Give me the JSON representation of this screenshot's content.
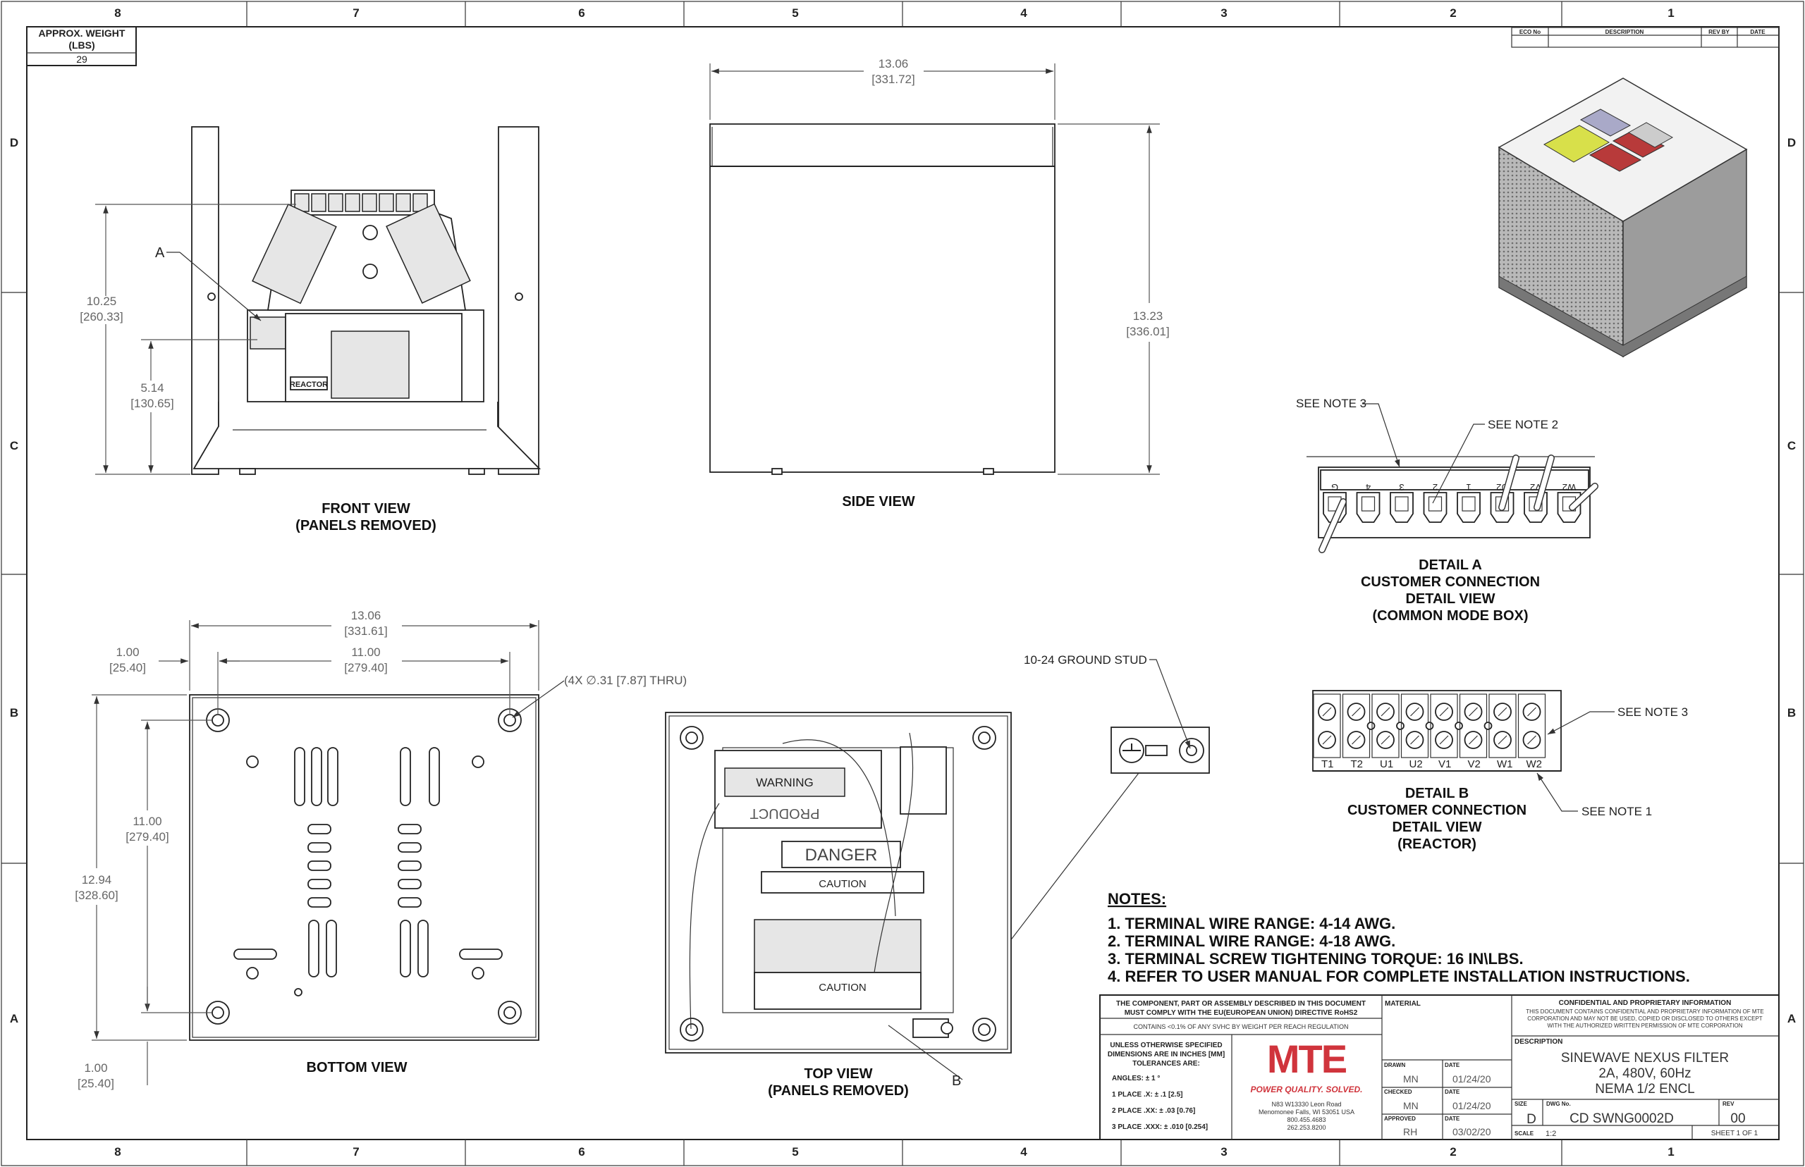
{
  "zones": {
    "columns": [
      "8",
      "7",
      "6",
      "5",
      "4",
      "3",
      "2",
      "1"
    ],
    "rows": [
      "D",
      "C",
      "B",
      "A"
    ]
  },
  "weight_box": {
    "label": "APPROX. WEIGHT",
    "unit": "(LBS)",
    "value": "29"
  },
  "revision_table": {
    "headers": [
      "ECO No",
      "DESCRIPTION",
      "REV BY",
      "DATE"
    ]
  },
  "front_view": {
    "title": "FRONT VIEW",
    "subtitle": "(PANELS REMOVED)",
    "callout": "A",
    "reactor_label": "REACTOR",
    "dim_height": {
      "in": "10.25",
      "mm": "[260.33]"
    },
    "dim_mid": {
      "in": "5.14",
      "mm": "[130.65]"
    }
  },
  "side_view": {
    "title": "SIDE VIEW",
    "dim_width": {
      "in": "13.06",
      "mm": "[331.72]"
    },
    "dim_height": {
      "in": "13.23",
      "mm": "[336.01]"
    }
  },
  "detail_a": {
    "line1": "DETAIL A",
    "line2": "CUSTOMER CONNECTION",
    "line3": "DETAIL VIEW",
    "line4": "(COMMON MODE BOX)",
    "note3": "SEE NOTE 3",
    "note2": "SEE NOTE 2",
    "terminals": [
      "G",
      "4",
      "3",
      "2",
      "1",
      "U2",
      "V2",
      "W2"
    ]
  },
  "detail_b": {
    "line1": "DETAIL B",
    "line2": "CUSTOMER CONNECTION",
    "line3": "DETAIL VIEW",
    "line4": "(REACTOR)",
    "note3": "SEE NOTE 3",
    "note1": "SEE NOTE 1",
    "terminals": [
      "T1",
      "T2",
      "U1",
      "U2",
      "V1",
      "V2",
      "W1",
      "W2"
    ]
  },
  "ground_stud": {
    "label": "10-24 GROUND STUD"
  },
  "bottom_view": {
    "title": "BOTTOM VIEW",
    "dim_overall": {
      "in": "13.06",
      "mm": "[331.61]"
    },
    "dim_holes": {
      "in": "11.00",
      "mm": "[279.40]"
    },
    "dim_offset_top": {
      "in": "1.00",
      "mm": "[25.40]"
    },
    "dim_holes_v": {
      "in": "11.00",
      "mm": "[279.40]"
    },
    "dim_overall_v": {
      "in": "12.94",
      "mm": "[328.60]"
    },
    "dim_offset_bottom": {
      "in": "1.00",
      "mm": "[25.40]"
    },
    "hole_callout": "(4X ∅.31 [7.87] THRU)"
  },
  "top_view": {
    "title": "TOP VIEW",
    "subtitle": "(PANELS REMOVED)",
    "callout": "B",
    "danger": "DANGER",
    "caution": "CAUTION",
    "caution2": "CAUTION",
    "warning": "WARNING",
    "product": "PRODUCT"
  },
  "notes": {
    "title": "NOTES:",
    "items": [
      "1.  TERMINAL WIRE RANGE: 4-14 AWG.",
      "2.  TERMINAL WIRE RANGE: 4-18 AWG.",
      "3.  TERMINAL SCREW TIGHTENING TORQUE: 16 IN\\LBS.",
      "4.  REFER TO USER MANUAL FOR COMPLETE INSTALLATION INSTRUCTIONS."
    ]
  },
  "title_block": {
    "rohs_1": "THE COMPONENT, PART OR ASSEMBLY DESCRIBED IN THIS DOCUMENT",
    "rohs_2": "MUST COMPLY WITH THE EU(EUROPEAN UNION) DIRECTIVE RoHS2",
    "reach": "CONTAINS <0.1% OF ANY SVHC BY WEIGHT PER REACH REGULATION",
    "tol_1": "UNLESS OTHERWISE SPECIFIED",
    "tol_2": "DIMENSIONS ARE IN INCHES [MM]",
    "tol_3": "TOLERANCES ARE:",
    "angles": "ANGLES: ± 1 °",
    "place1": "1 PLACE .X: ± .1 [2.5]",
    "place2": "2 PLACE .XX: ± .03 [0.76]",
    "place3": "3 PLACE .XXX: ± .010 [0.254]",
    "logo": "MTE",
    "tagline": "POWER QUALITY. SOLVED.",
    "address_1": "N83 W13330 Leon Road",
    "address_2": "Menomonee Falls, WI 53051 USA",
    "phone_1": "800.455.4683",
    "phone_2": "262.253.8200",
    "material_label": "MATERIAL",
    "drawn_label": "DRAWN",
    "drawn_by": "MN",
    "drawn_date_label": "DATE",
    "drawn_date": "01/24/20",
    "checked_label": "CHECKED",
    "checked_by": "MN",
    "checked_date_label": "DATE",
    "checked_date": "01/24/20",
    "approved_label": "APPROVED",
    "approved_by": "RH",
    "approved_date_label": "DATE",
    "approved_date": "03/02/20",
    "conf_title": "CONFIDENTIAL AND PROPRIETARY INFORMATION",
    "conf_1": "THIS DOCUMENT CONTAINS CONFIDENTIAL AND PROPRIETARY INFORMATION OF MTE",
    "conf_2": "CORPORATION AND MAY NOT BE USED, COPIED OR DISCLOSED TO OTHERS EXCEPT",
    "conf_3": "WITH THE AUTHORIZED WRITTEN PERMISSION OF MTE CORPORATION",
    "description_label": "DESCRIPTION",
    "desc_1": "SINEWAVE NEXUS FILTER",
    "desc_2": "2A, 480V, 60Hz",
    "desc_3": "NEMA 1/2 ENCL",
    "size_label": "SIZE",
    "size": "D",
    "dwg_label": "DWG No.",
    "dwg_no": "CD SWNG0002D",
    "rev_label": "REV",
    "rev": "00",
    "scale_label": "SCALE",
    "scale": "1:2",
    "sheet": "SHEET 1  OF 1"
  },
  "colors": {
    "logo_red": "#d0343c",
    "label_yellow": "#d8e04a",
    "label_red": "#b83a3a"
  }
}
